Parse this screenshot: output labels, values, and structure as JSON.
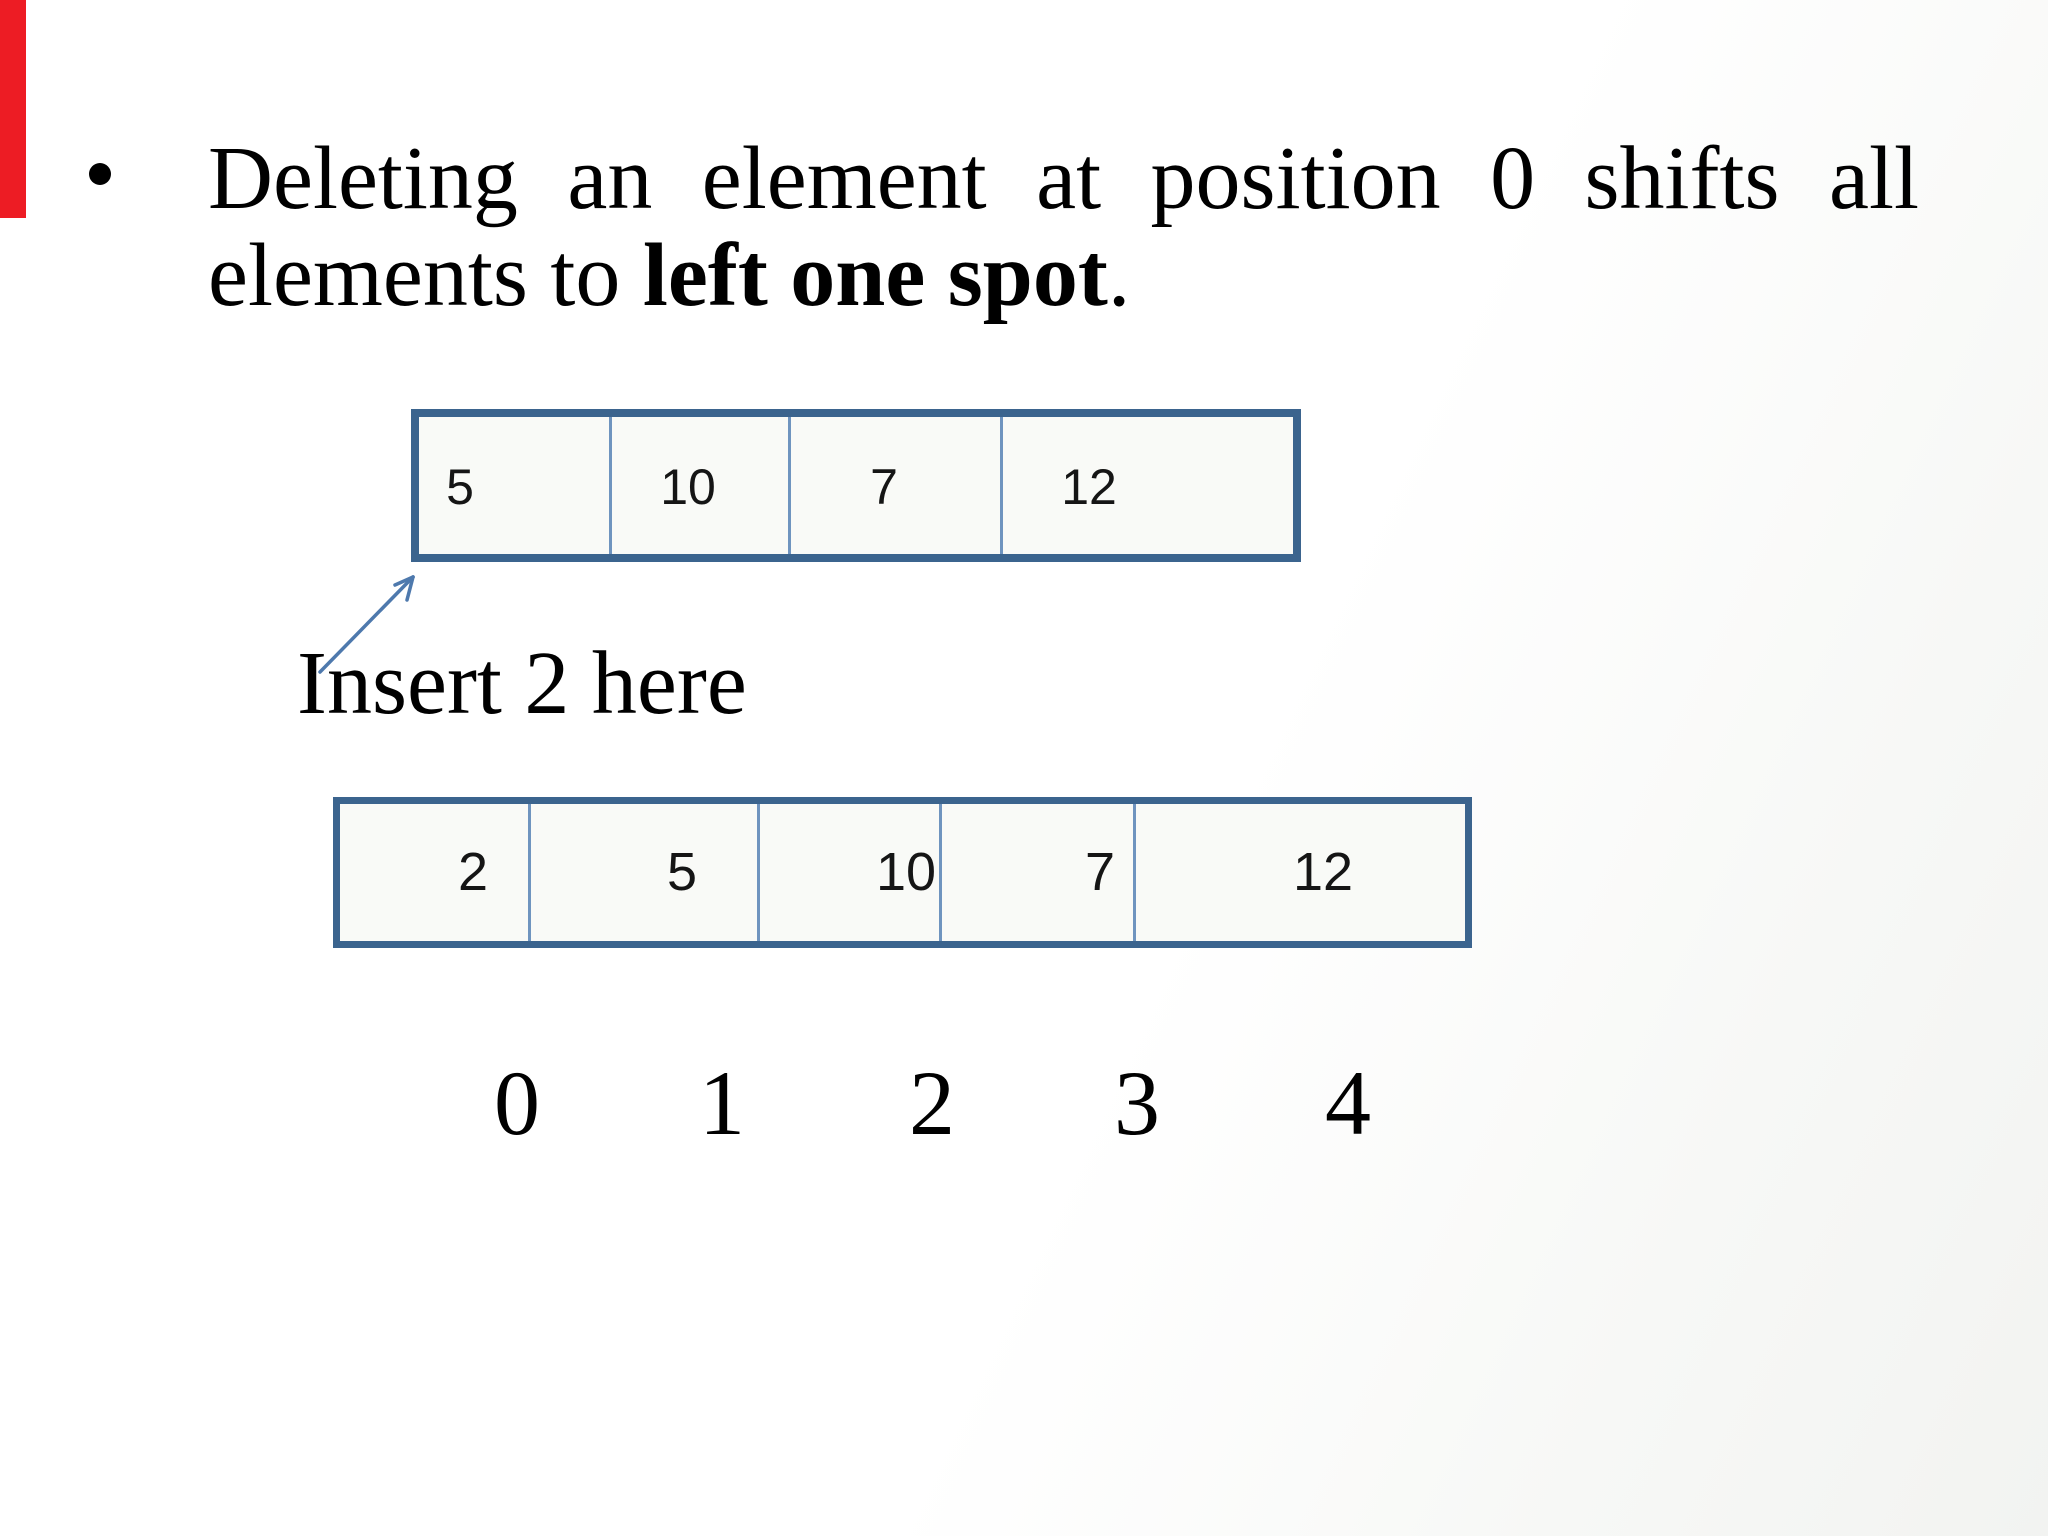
{
  "slide": {
    "bullet": {
      "line1_words": [
        "Deleting",
        "an",
        "element",
        "at",
        "position",
        "0",
        "shifts",
        "all"
      ],
      "line2_regular": "elements to ",
      "line2_bold": "left one spot",
      "line2_period": "."
    },
    "insert_label": "Insert 2 here",
    "array_top": {
      "values": [
        "5",
        "10",
        "7",
        "12"
      ]
    },
    "array_bottom": {
      "values": [
        "2",
        "5",
        "10",
        "7",
        "12"
      ]
    },
    "index_labels": [
      "0",
      "1",
      "2",
      "3",
      "4"
    ],
    "colors": {
      "array_border": "#3b648e",
      "array_divider": "#6f94bf",
      "array_fill": "#f9faf7",
      "arrow": "#4e79ad",
      "red_bar": "#ed1c24",
      "text": "#000000"
    }
  }
}
